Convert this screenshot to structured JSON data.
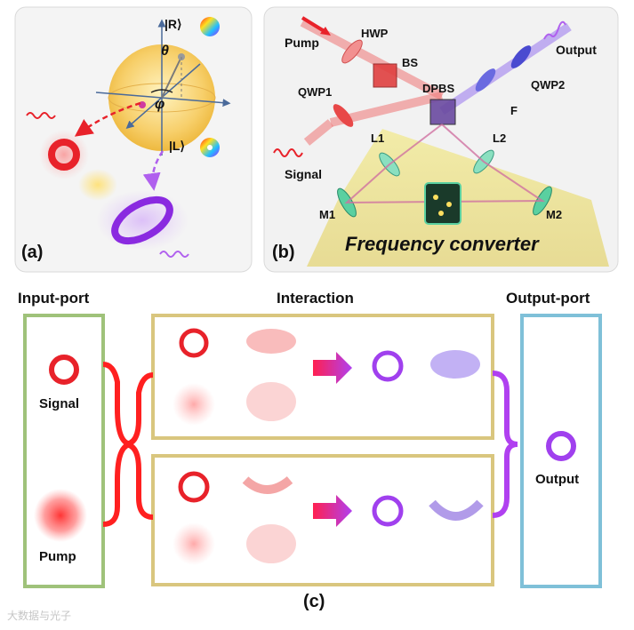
{
  "panel_a": {
    "letter": "(a)",
    "ket_r": "|R⟩",
    "ket_l": "|L⟩",
    "theta": "θ",
    "phi": "φ"
  },
  "panel_b": {
    "letter": "(b)",
    "labels": {
      "pump": "Pump",
      "hwp": "HWP",
      "bs": "BS",
      "qwp1": "QWP1",
      "dpbs": "DPBS",
      "output": "Output",
      "qwp2": "QWP2",
      "f": "F",
      "l1": "L1",
      "l2": "L2",
      "signal": "Signal",
      "m1": "M1",
      "m2": "M2"
    },
    "converter_title": "Frequency converter"
  },
  "panel_c": {
    "letter": "(c)",
    "input_title": "Input-port",
    "interaction_title": "Interaction",
    "output_title": "Output-port",
    "signal_label": "Signal",
    "pump_label": "Pump",
    "output_label": "Output"
  },
  "colors": {
    "input_border": "#9fc27a",
    "interaction_border": "#d9c67e",
    "output_border": "#7fc0d8",
    "red_beam": "#e8222a",
    "purple_beam": "#a040ee",
    "panel_bg": "#f4f4f4"
  },
  "watermark": "大数据与光子"
}
